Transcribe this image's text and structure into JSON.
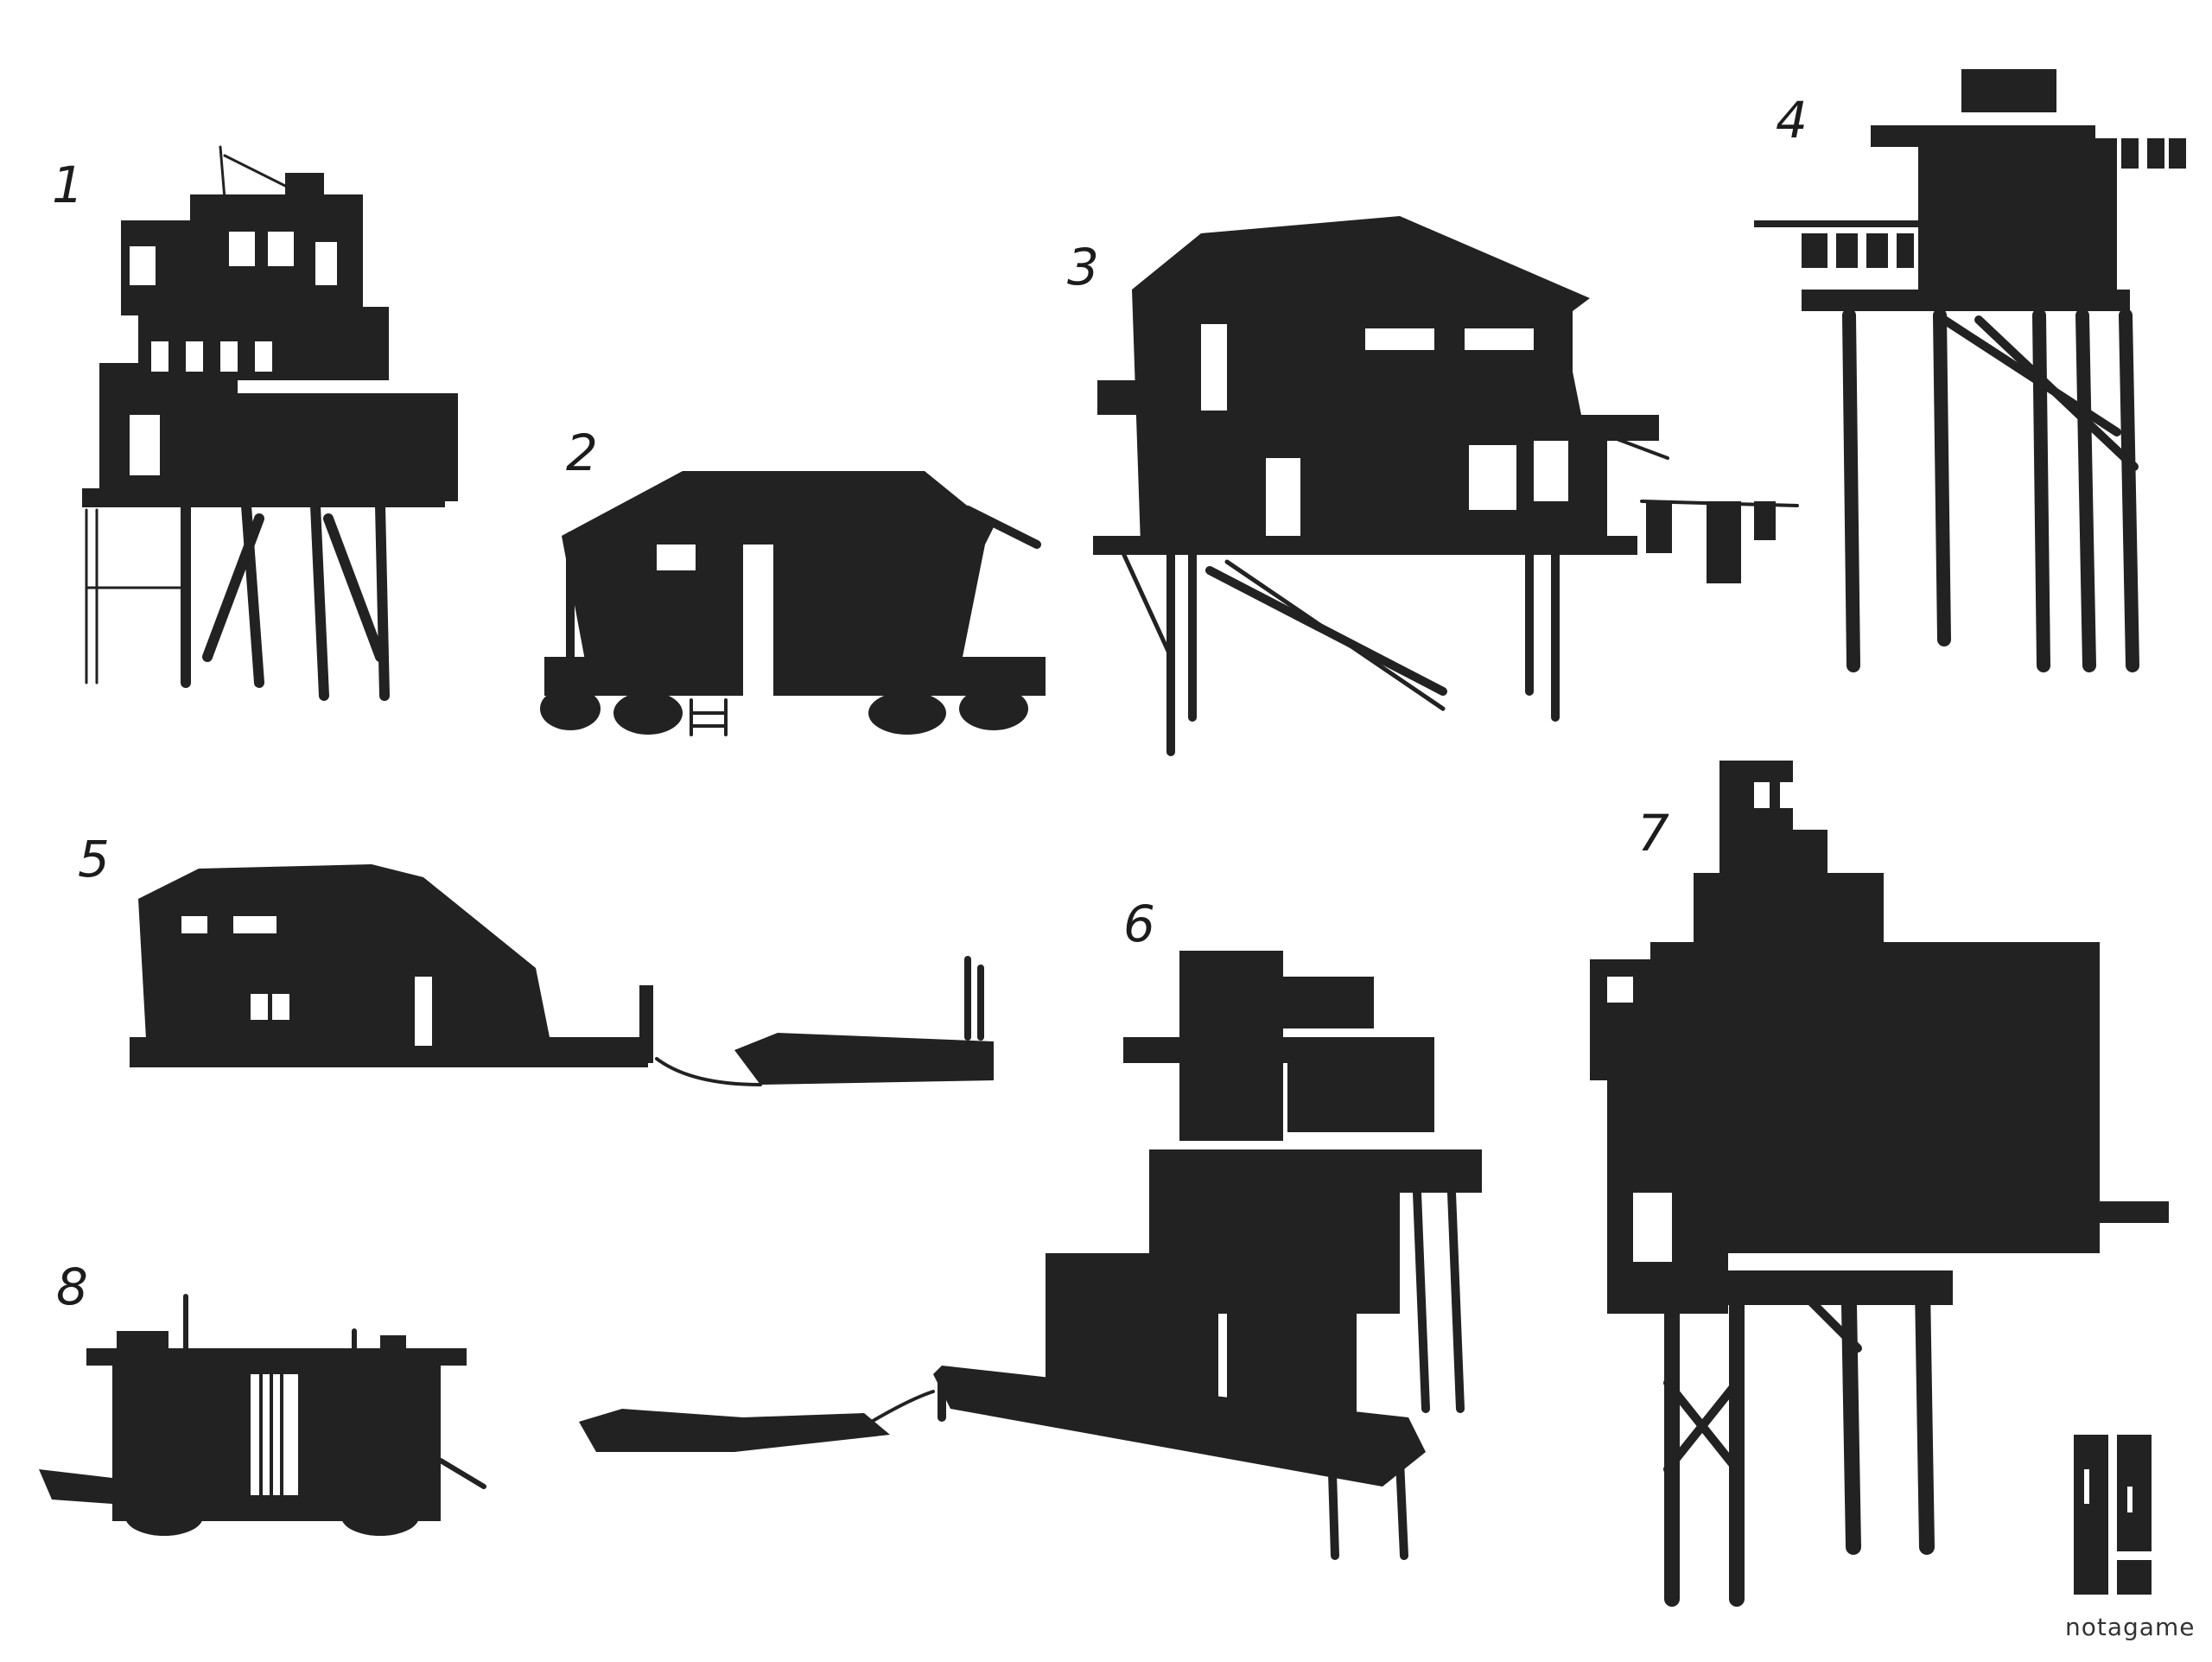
{
  "sketches": [
    {
      "number": "1"
    },
    {
      "number": "2"
    },
    {
      "number": "3"
    },
    {
      "number": "4"
    },
    {
      "number": "5"
    },
    {
      "number": "6"
    },
    {
      "number": "7"
    },
    {
      "number": "8"
    }
  ],
  "logo": {
    "text": "notagame",
    "icon": "notagame-logo-icon"
  },
  "colors": {
    "silhouette": "#222222",
    "background": "#ffffff"
  }
}
